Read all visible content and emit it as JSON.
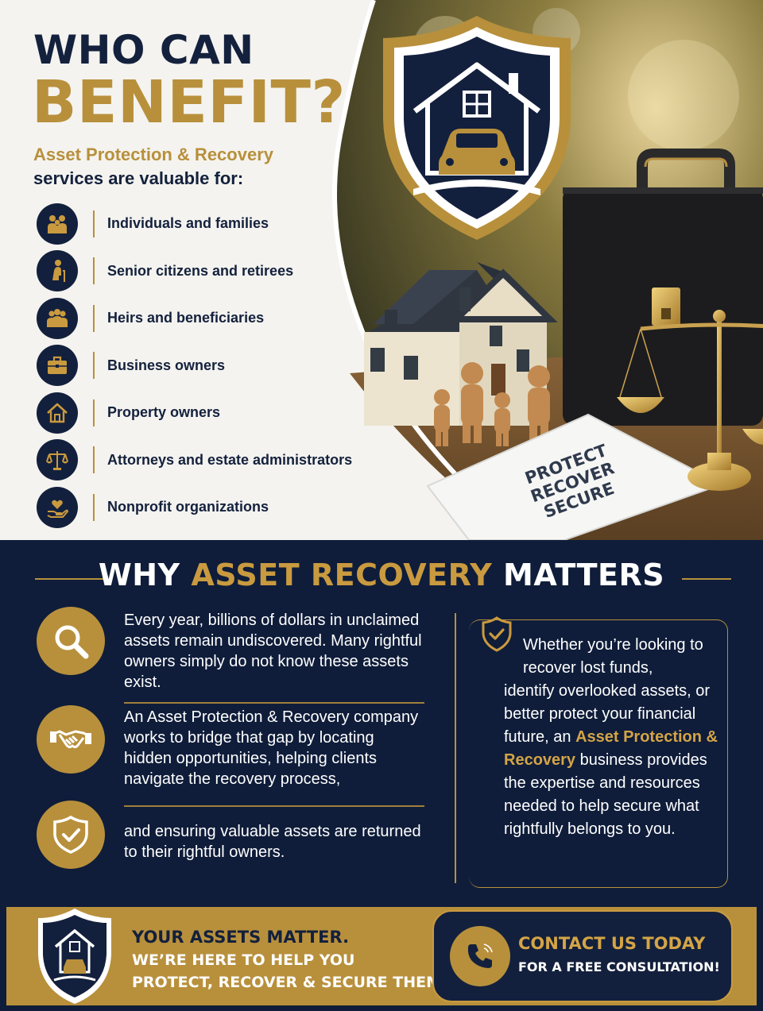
{
  "hero": {
    "title_line1": "WHO CAN",
    "title_line2": "BENEFIT?",
    "intro_line1": "Asset Protection & Recovery",
    "intro_line2": "services are valuable for:",
    "paper_text": [
      "PROTECT",
      "RECOVER",
      "SECURE"
    ]
  },
  "benefits": [
    {
      "icon": "family-icon",
      "label": "Individuals and families"
    },
    {
      "icon": "senior-icon",
      "label": "Senior citizens and retirees"
    },
    {
      "icon": "group-icon",
      "label": "Heirs and beneficiaries"
    },
    {
      "icon": "briefcase-icon",
      "label": "Business owners"
    },
    {
      "icon": "house-icon",
      "label": "Property owners"
    },
    {
      "icon": "scales-icon",
      "label": "Attorneys and estate administrators"
    },
    {
      "icon": "heart-hand-icon",
      "label": "Nonprofit organizations"
    }
  ],
  "why": {
    "title_part1": "WHY ",
    "title_part2": "ASSET RECOVERY",
    "title_part3": " MATTERS",
    "items": [
      {
        "icon": "magnifier-icon",
        "text": "Every year, billions of dollars in unclaimed assets remain undiscovered. Many rightful owners simply do not know these assets exist."
      },
      {
        "icon": "handshake-icon",
        "text": "An Asset Protection & Recovery company works to bridge that gap by locating hidden opportunities, helping clients navigate the recovery process,"
      },
      {
        "icon": "shield-check-icon",
        "text": "and ensuring valuable assets are returned to their rightful owners."
      }
    ],
    "right_lead": "Whether you’re looking to recover lost funds,",
    "right_body1": "identify overlooked assets, or better protect your financial future, an ",
    "right_gold": "Asset Protection & Recovery",
    "right_body2": " business provides the expertise and resources needed to help secure what rightfully belongs to you."
  },
  "footer": {
    "cta_line1": "YOUR ASSETS MATTER.",
    "cta_line2": "WE’RE HERE TO HELP YOU",
    "cta_line3": "PROTECT, RECOVER & SECURE THEM.",
    "contact_line1": "CONTACT US TODAY",
    "contact_line2": "FOR A FREE CONSULTATION!"
  },
  "colors": {
    "navy": "#13203d",
    "gold": "#b8903c",
    "cream": "#f4f3ef"
  }
}
